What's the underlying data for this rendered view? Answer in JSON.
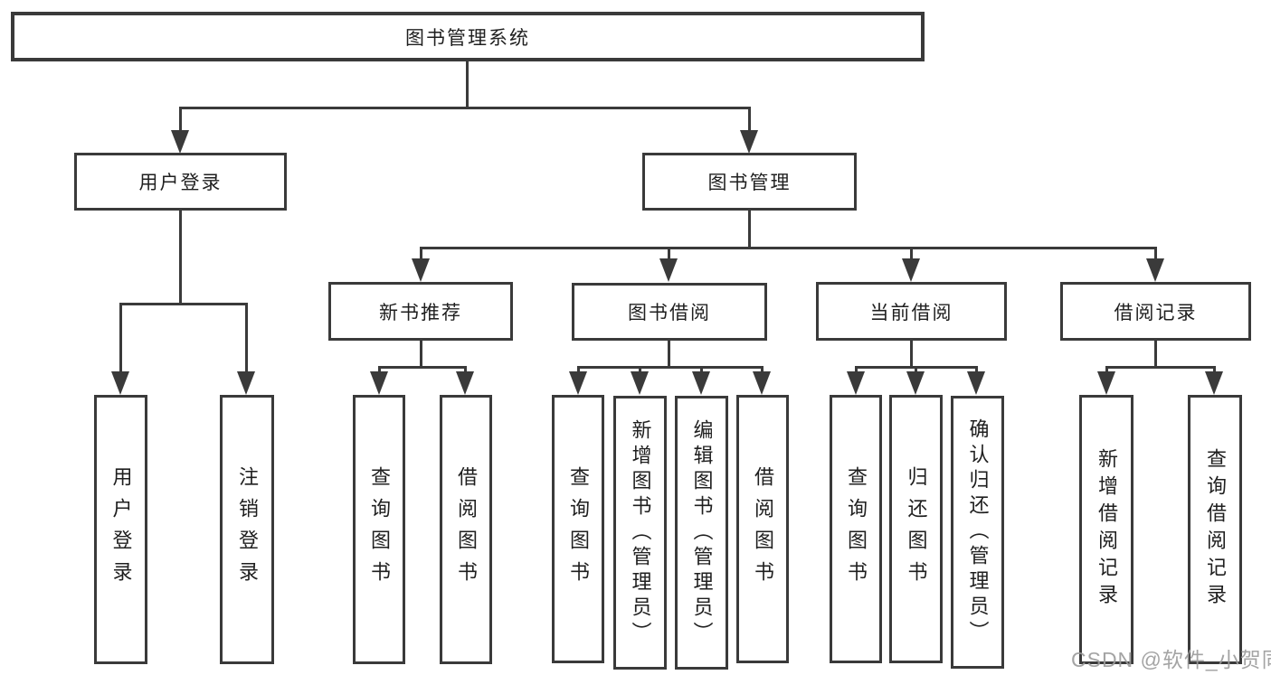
{
  "diagram": {
    "title_note": "functional structure tree",
    "root": {
      "label": "图书管理系统"
    },
    "login": {
      "label": "用户登录",
      "children": [
        {
          "label": "用户登录"
        },
        {
          "label": "注销登录"
        }
      ]
    },
    "mgmt": {
      "label": "图书管理",
      "children": [
        {
          "label": "新书推荐",
          "children": [
            {
              "label": "查询图书"
            },
            {
              "label": "借阅图书"
            }
          ]
        },
        {
          "label": "图书借阅",
          "children": [
            {
              "label": "查询图书"
            },
            {
              "label": "新增图书（管理员）"
            },
            {
              "label": "编辑图书（管理员）"
            },
            {
              "label": "借阅图书"
            }
          ]
        },
        {
          "label": "当前借阅",
          "children": [
            {
              "label": "查询图书"
            },
            {
              "label": "归还图书"
            },
            {
              "label": "确认归还（管理员）"
            }
          ]
        },
        {
          "label": "借阅记录",
          "children": [
            {
              "label": "新增借阅记录"
            },
            {
              "label": "查询借阅记录"
            }
          ]
        }
      ]
    },
    "colors": {
      "line": "#3a3a3a",
      "text": "#1f1f1f",
      "background": "#ffffff",
      "watermark": "#9b9b9b"
    }
  },
  "watermark": {
    "text": "CSDN @软件_小贺同学"
  }
}
